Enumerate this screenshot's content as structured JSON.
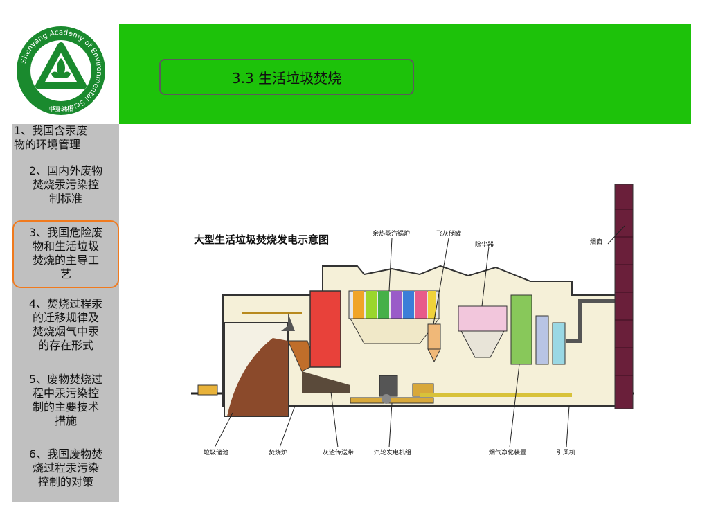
{
  "logo": {
    "ring_text": "Shenyang Academy of Environmental Sciences",
    "bottom_text": "中国·沈阳",
    "colors": {
      "ring": "#1a8a2e",
      "inner": "#ffffff",
      "mark": "#1a8a2e"
    }
  },
  "header": {
    "title": "3.3 生活垃圾焚烧",
    "banner_color": "#1dc20a"
  },
  "sidebar": {
    "items": [
      {
        "label": "1、我国含汞废物的环境管理",
        "lines": [
          "1、我国含汞废",
          "物的环境管理"
        ]
      },
      {
        "label": "2、国内外废物焚烧汞污染控制标准",
        "lines": [
          "2、国内外废物",
          "焚烧汞污染控",
          "制标准"
        ]
      },
      {
        "label": "3、我国危险废物和生活垃圾焚烧的主导工艺",
        "lines": [
          "3、我国危险废",
          "物和生活垃圾",
          "焚烧的主导工",
          "艺"
        ]
      },
      {
        "label": "4、焚烧过程汞的迁移规律及焚烧烟气中汞的存在形式",
        "lines": [
          "4、焚烧过程汞",
          "的迁移规律及",
          "焚烧烟气中汞",
          "的存在形式"
        ]
      },
      {
        "label": "5、废物焚烧过程中汞污染控制的主要技术措施",
        "lines": [
          "5、废物焚烧过",
          "程中汞污染控",
          "制的主要技术",
          "措施"
        ]
      },
      {
        "label": "6、我国废物焚烧过程汞污染控制的对策",
        "lines": [
          "6、我国废物焚",
          "烧过程汞污染",
          "控制的对策"
        ]
      }
    ],
    "active_index": 2,
    "active_color": "#f07a1e"
  },
  "diagram": {
    "title": "大型生活垃圾焚烧发电示意图",
    "labels": {
      "boiler": "余热蒸汽锅炉",
      "ash_tank": "飞灰储罐",
      "dust": "除尘器",
      "chimney": "烟囱",
      "pit": "垃圾储池",
      "furnace": "焚烧炉",
      "conveyor": "灰渣传送带",
      "turbine": "汽轮发电机组",
      "gas_clean": "烟气净化装置",
      "fan": "引风机"
    }
  }
}
